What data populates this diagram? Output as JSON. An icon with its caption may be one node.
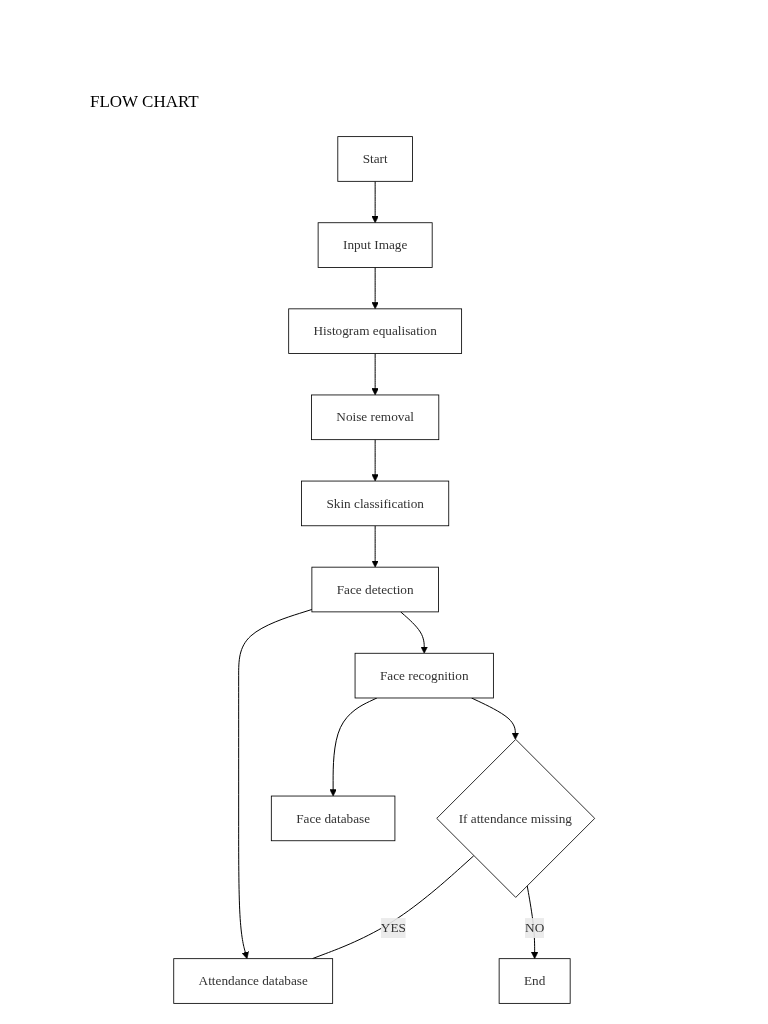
{
  "diagram": {
    "title": "FLOW CHART",
    "nodes": [
      {
        "text": [
          "Start"
        ]
      },
      {
        "text": [
          "Input Image"
        ]
      },
      {
        "text": [
          "Histogram equalisation"
        ]
      },
      {
        "text": [
          "Noise removal"
        ]
      },
      {
        "text": [
          "Skin classification"
        ]
      },
      {
        "text": [
          "Face detection"
        ]
      },
      {
        "text": [
          "Attendance database"
        ]
      },
      {
        "text": [
          "Face recognition"
        ]
      },
      {
        "text": [
          "Face database"
        ]
      },
      {
        "text": [
          "If attendance missing"
        ]
      },
      {
        "text": [
          "End"
        ]
      }
    ],
    "edges": [
      {
        "from": 0,
        "to": 1,
        "arrow": "to"
      },
      {
        "from": 1,
        "to": 2,
        "arrow": "to"
      },
      {
        "from": 2,
        "to": 3,
        "arrow": "to"
      },
      {
        "from": 3,
        "to": 4,
        "arrow": "to"
      },
      {
        "from": 4,
        "to": 5,
        "arrow": "to"
      },
      {
        "from": 5,
        "to": 6,
        "arrow": "to"
      },
      {
        "from": 5,
        "to": 7,
        "arrow": "to"
      },
      {
        "from": 7,
        "to": 8,
        "arrow": "to"
      },
      {
        "from": 7,
        "to": 9,
        "arrow": "to"
      },
      {
        "from": 9,
        "to": 6,
        "arrow": "none",
        "label": "YES"
      },
      {
        "from": 9,
        "to": 10,
        "arrow": "to",
        "label": "NO"
      }
    ]
  }
}
